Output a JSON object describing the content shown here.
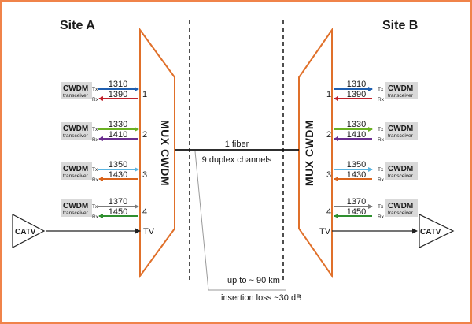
{
  "sites": {
    "a": "Site A",
    "b": "Site B"
  },
  "mux_label": "MUX CWDM",
  "transceiver": {
    "title": "CWDM",
    "subtitle": "transceiver",
    "tx": "Tx",
    "rx": "Rx"
  },
  "channels": [
    {
      "port": "1",
      "tx_wavelength": "1310",
      "rx_wavelength": "1390",
      "tx_color": "#1f5fb0",
      "rx_color": "#c0202a"
    },
    {
      "port": "2",
      "tx_wavelength": "1330",
      "rx_wavelength": "1410",
      "tx_color": "#6ab023",
      "rx_color": "#6a2d8f"
    },
    {
      "port": "3",
      "tx_wavelength": "1350",
      "rx_wavelength": "1430",
      "tx_color": "#5ab4e0",
      "rx_color": "#d9641c"
    },
    {
      "port": "4",
      "tx_wavelength": "1370",
      "rx_wavelength": "1450",
      "tx_color": "#7a7a7a",
      "rx_color": "#2f8f2f"
    }
  ],
  "tv_port": "TV",
  "catv_label": "CATV",
  "fiber": {
    "label": "1 fiber",
    "channels": "9 duplex channels"
  },
  "distance": "up to ~ 90 km",
  "insertion_loss": "insertion loss ~30 dB",
  "colors": {
    "frame": "#f0834a",
    "mux_outline": "#e0702a",
    "transceiver_fill": "#d9d9d9"
  }
}
